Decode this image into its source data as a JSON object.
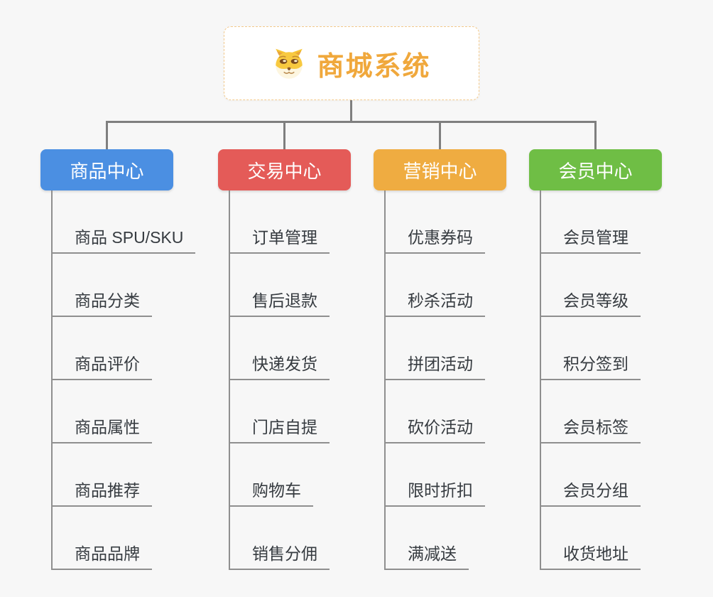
{
  "root": {
    "title": "商城系统",
    "icon": "doge-icon"
  },
  "branches": [
    {
      "label": "商品中心",
      "color": "#4b8fe2",
      "children": [
        "商品 SPU/SKU",
        "商品分类",
        "商品评价",
        "商品属性",
        "商品推荐",
        "商品品牌"
      ]
    },
    {
      "label": "交易中心",
      "color": "#e45b58",
      "children": [
        "订单管理",
        "售后退款",
        "快递发货",
        "门店自提",
        "购物车",
        "销售分佣"
      ]
    },
    {
      "label": "营销中心",
      "color": "#efac41",
      "children": [
        "优惠券码",
        "秒杀活动",
        "拼团活动",
        "砍价活动",
        "限时折扣",
        "满减送"
      ]
    },
    {
      "label": "会员中心",
      "color": "#6fbe45",
      "children": [
        "会员管理",
        "会员等级",
        "积分签到",
        "会员标签",
        "会员分组",
        "收货地址"
      ]
    }
  ],
  "colors": {
    "background": "#f7f7f7",
    "connector": "#7f7f7f",
    "underline": "#8f8f8f",
    "root_text": "#f0a83c",
    "root_border": "#f3c98b",
    "item_text": "#363b40"
  }
}
